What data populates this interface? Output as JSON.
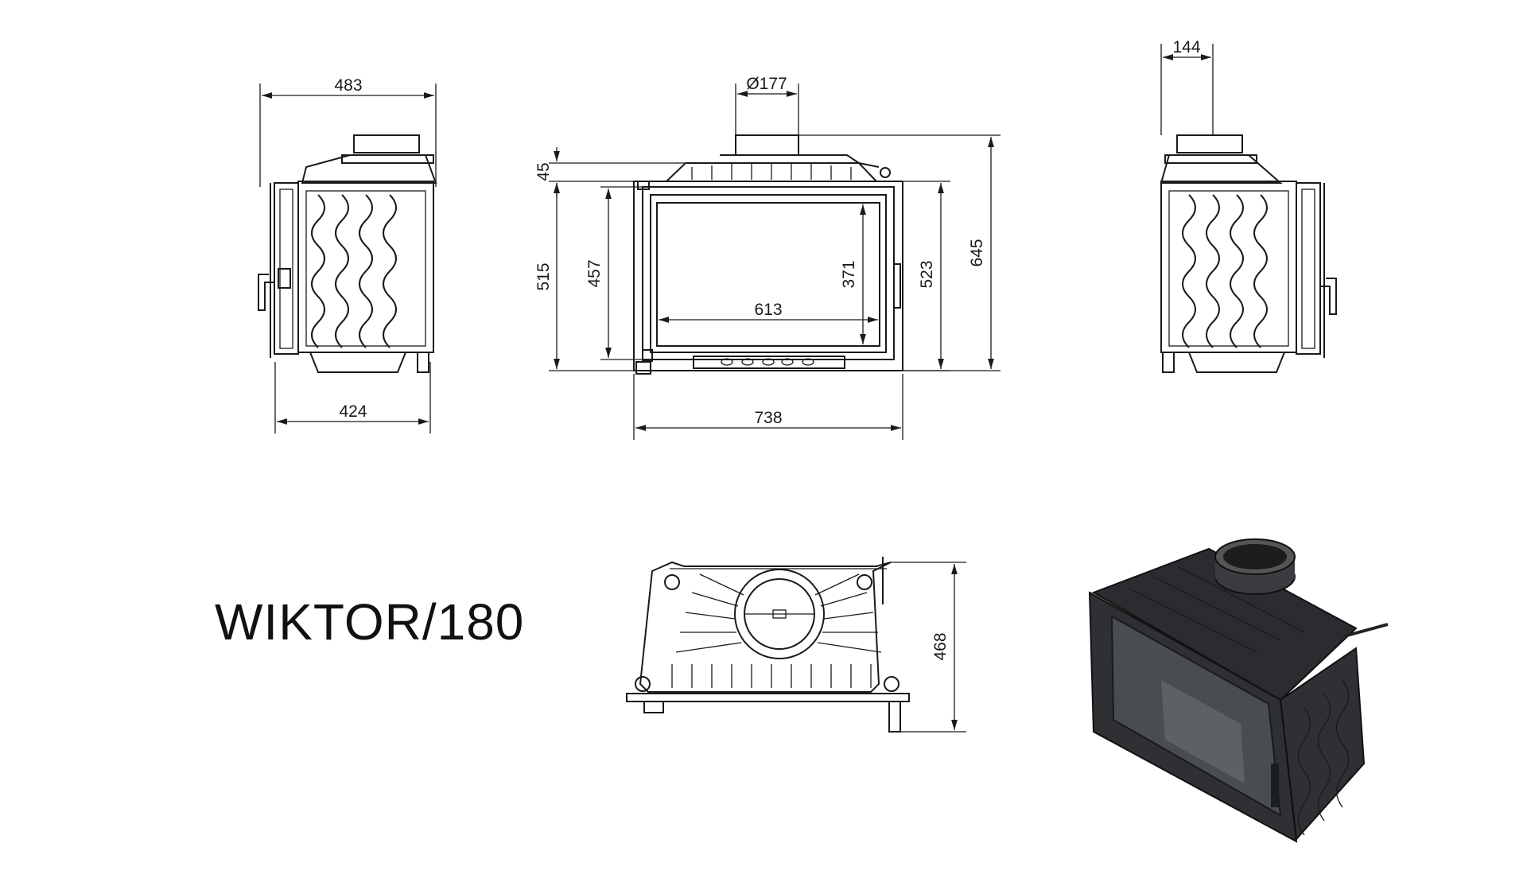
{
  "model": "WIKTOR/180",
  "dimensions": {
    "side_depth_top": "483",
    "side_depth_bottom": "424",
    "flue_diameter": "Ø177",
    "frame_top_offset": "45",
    "frame_height": "515",
    "door_height": "457",
    "glass_height": "371",
    "glass_width": "613",
    "body_height": "523",
    "total_height": "645",
    "total_width": "738",
    "flue_offset": "144",
    "plan_depth": "468"
  },
  "colors": {
    "line": "#1a1a1a",
    "body_dark": "#2e3033",
    "glass": "#4a4d50"
  }
}
